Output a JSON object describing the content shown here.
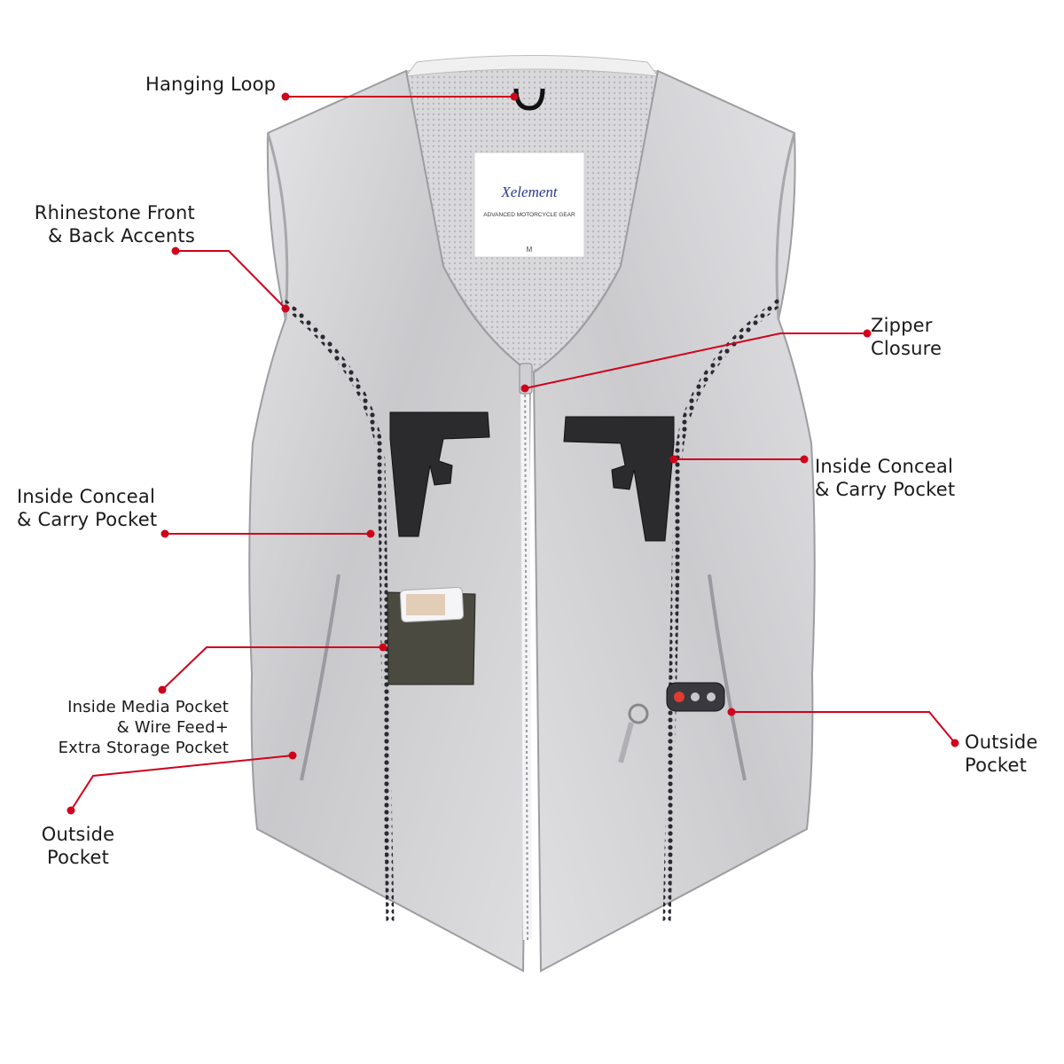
{
  "product": {
    "brand_logo": "Xelement",
    "brand_tagline": "ADVANCED MOTORCYCLE GEAR",
    "size_tag": "M"
  },
  "callouts": {
    "hanging_loop": "Hanging Loop",
    "rhinestone": "Rhinestone Front\n& Back Accents",
    "zipper": "Zipper\nClosure",
    "conceal_left": "Inside Conceal\n& Carry Pocket",
    "conceal_right": "Inside Conceal\n& Carry Pocket",
    "media_pocket": "Inside Media Pocket\n& Wire Feed+\nExtra Storage Pocket",
    "outside_left": "Outside\nPocket",
    "outside_right": "Outside\nPocket"
  },
  "colors": {
    "leader": "#d0021b",
    "vest": "#d4d4d6",
    "rhinestone": "#2a2a33"
  },
  "icons": [
    "pistol-icon",
    "phone-icon",
    "car-key-fob-icon",
    "hanging-loop-icon"
  ]
}
